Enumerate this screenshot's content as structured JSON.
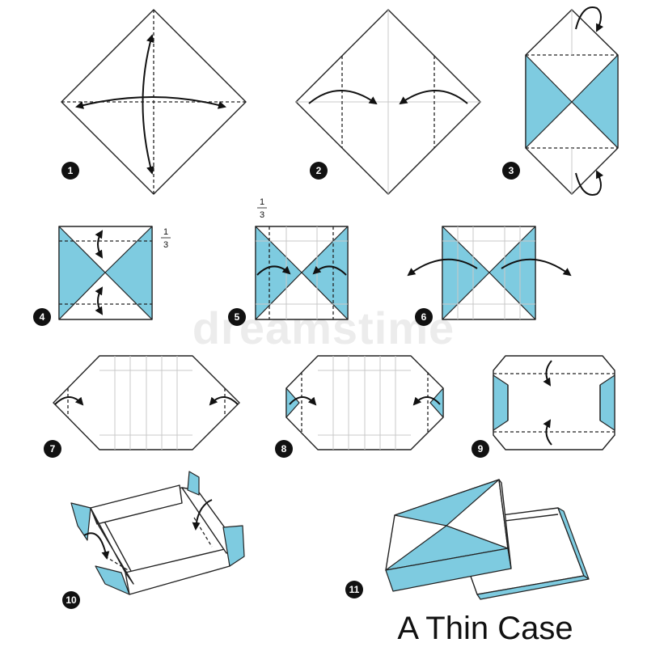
{
  "title": "A Thin Case",
  "watermark": "dreamstime",
  "fraction": {
    "numerator": "1",
    "denominator": "3"
  },
  "colors": {
    "paper_blue": "#7ecbe0",
    "line": "#222222",
    "crease": "#c9c9c9"
  },
  "steps": [
    {
      "number": "1"
    },
    {
      "number": "2"
    },
    {
      "number": "3"
    },
    {
      "number": "4"
    },
    {
      "number": "5"
    },
    {
      "number": "6"
    },
    {
      "number": "7"
    },
    {
      "number": "8"
    },
    {
      "number": "9"
    },
    {
      "number": "10"
    },
    {
      "number": "11"
    }
  ]
}
